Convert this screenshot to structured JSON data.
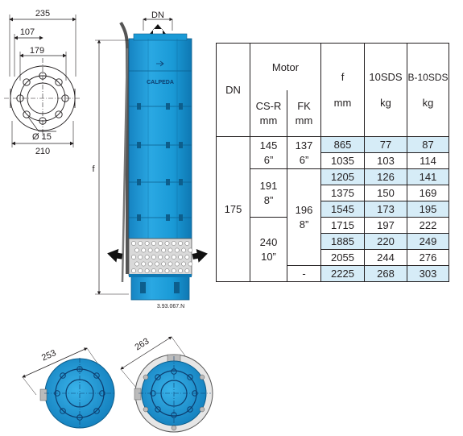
{
  "drawing": {
    "flange_top_view": {
      "outer_diameter": "235",
      "half_width": "107",
      "bolt_circle": "179",
      "hole_size": "Ø 15",
      "base_width": "210"
    },
    "pump_side_view": {
      "outlet_label": "DN",
      "length_label": "f",
      "brand_label": "CALPEDA",
      "drawing_code": "3.93.067.N"
    },
    "bottom_views": [
      {
        "diameter": "253"
      },
      {
        "diameter": "263"
      }
    ]
  },
  "table": {
    "headers": {
      "dn": "DN",
      "motor": "Motor",
      "csr": "CS-R",
      "csr_unit": "mm",
      "fk": "FK",
      "fk_unit": "mm",
      "f": "f",
      "f_unit": "mm",
      "sds10": "10SDS",
      "sds10_unit": "kg",
      "bsds10": "B-10SDS",
      "bsds10_unit": "kg"
    },
    "dn_value": "175",
    "csr_groups": [
      {
        "mm": "145",
        "inch": "6”"
      },
      {
        "mm": "191",
        "inch": "8”"
      },
      {
        "mm": "240",
        "inch": "10”"
      }
    ],
    "fk_groups": [
      {
        "mm": "137",
        "inch": "6”"
      },
      {
        "mm": "196",
        "inch": "8”"
      },
      {
        "mm": "-",
        "inch": ""
      }
    ],
    "rows": [
      {
        "f": "865",
        "sds10": "77",
        "bsds10": "87"
      },
      {
        "f": "1035",
        "sds10": "103",
        "bsds10": "114"
      },
      {
        "f": "1205",
        "sds10": "126",
        "bsds10": "141"
      },
      {
        "f": "1375",
        "sds10": "150",
        "bsds10": "169"
      },
      {
        "f": "1545",
        "sds10": "173",
        "bsds10": "195"
      },
      {
        "f": "1715",
        "sds10": "197",
        "bsds10": "222"
      },
      {
        "f": "1885",
        "sds10": "220",
        "bsds10": "249"
      },
      {
        "f": "2055",
        "sds10": "244",
        "bsds10": "276"
      },
      {
        "f": "2225",
        "sds10": "268",
        "bsds10": "303"
      }
    ],
    "highlight_color": "#d6ecf7"
  },
  "colors": {
    "pump_blue": "#1a9ad6",
    "pump_dark": "#0d6fa3",
    "line": "#231f20"
  }
}
